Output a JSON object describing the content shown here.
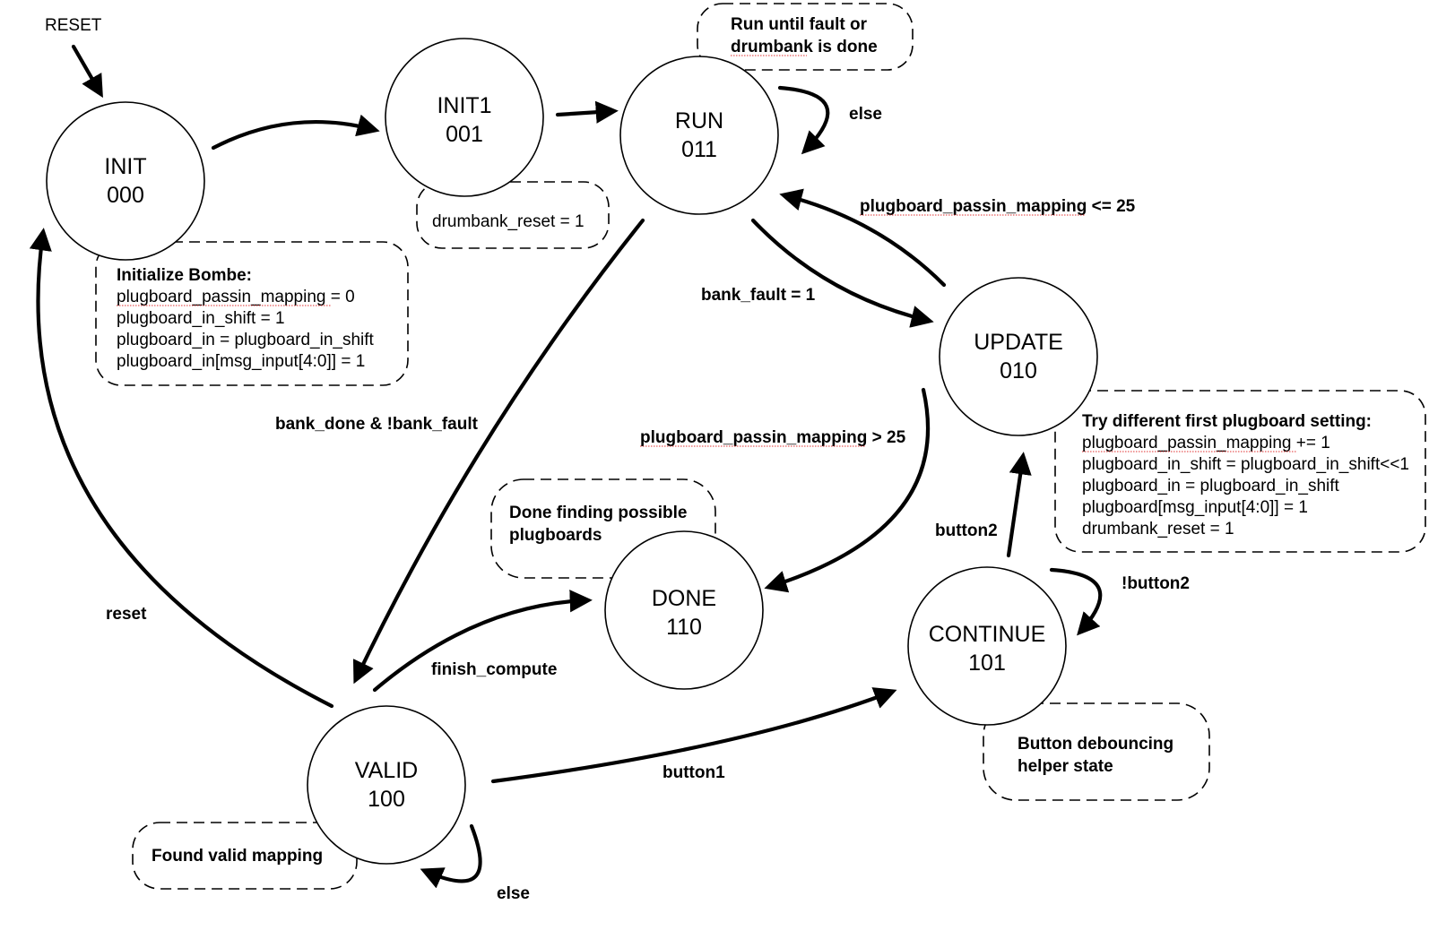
{
  "diagram": {
    "reset_label": "RESET",
    "states": {
      "init": {
        "name": "INIT",
        "code": "000"
      },
      "init1": {
        "name": "INIT1",
        "code": "001"
      },
      "run": {
        "name": "RUN",
        "code": "011"
      },
      "update": {
        "name": "UPDATE",
        "code": "010"
      },
      "done": {
        "name": "DONE",
        "code": "110"
      },
      "continue": {
        "name": "CONTINUE",
        "code": "101"
      },
      "valid": {
        "name": "VALID",
        "code": "100"
      }
    },
    "edges": {
      "run_else": "else",
      "update_to_run": "plugboard_passin_mapping <= 25",
      "run_to_update": "bank_fault = 1",
      "run_to_valid": "bank_done & !bank_fault",
      "update_to_done": "plugboard_passin_mapping > 25",
      "continue_to_update": "button2",
      "continue_self": "!button2",
      "valid_to_init": "reset",
      "valid_to_done": "finish_compute",
      "valid_to_continue": "button1",
      "valid_else": "else"
    },
    "notes": {
      "run": {
        "line1": "Run until fault or",
        "line2": "drumbank is done"
      },
      "init1": {
        "line1": "drumbank_reset = 1"
      },
      "init": {
        "title": "Initialize Bombe:",
        "lines": [
          "plugboard_passin_mapping = 0",
          "plugboard_in_shift = 1",
          "plugboard_in = plugboard_in_shift",
          "plugboard_in[msg_input[4:0]] = 1"
        ]
      },
      "update": {
        "title": "Try different first plugboard setting:",
        "lines": [
          "plugboard_passin_mapping += 1",
          "plugboard_in_shift = plugboard_in_shift<<1",
          "plugboard_in = plugboard_in_shift",
          "plugboard[msg_input[4:0]] = 1",
          "drumbank_reset = 1"
        ]
      },
      "done": {
        "line1": "Done finding possible",
        "line2": "plugboards"
      },
      "continue": {
        "line1": "Button debouncing",
        "line2": "helper state"
      },
      "valid": {
        "line1": "Found valid mapping"
      }
    }
  }
}
